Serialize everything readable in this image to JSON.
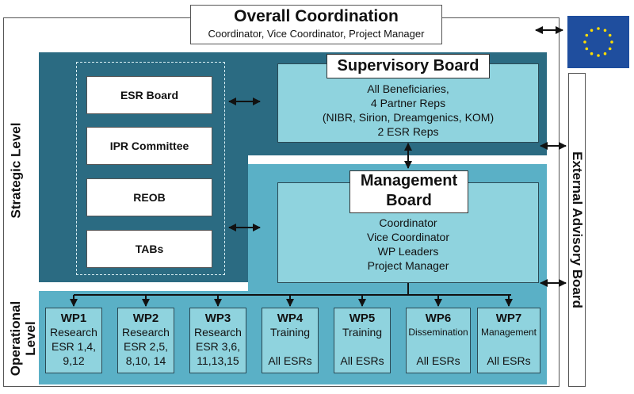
{
  "coordination": {
    "title": "Overall Coordination",
    "subtitle": "Coordinator, Vice Coordinator, Project Manager"
  },
  "external_advisory": "External Advisory Board",
  "levels": {
    "strategic": "Strategic Level",
    "operational_line1": "Operational",
    "operational_line2": "Level"
  },
  "strategic_boxes": [
    "ESR Board",
    "IPR Committee",
    "REOB",
    "TABs"
  ],
  "supervisory": {
    "title": "Supervisory Board",
    "lines": [
      "All Beneficiaries,",
      "4 Partner Reps",
      "(NIBR, Sirion, Dreamgenics, KOM)",
      "2 ESR Reps"
    ]
  },
  "management": {
    "title_line1": "Management",
    "title_line2": "Board",
    "lines": [
      "Coordinator",
      "Vice Coordinator",
      "WP Leaders",
      "Project Manager"
    ]
  },
  "work_packages": [
    {
      "title": "WP1",
      "lines": [
        "Research",
        "ESR 1,4,",
        "9,12"
      ]
    },
    {
      "title": "WP2",
      "lines": [
        "Research",
        "ESR 2,5,",
        "8,10, 14"
      ]
    },
    {
      "title": "WP3",
      "lines": [
        "Research",
        "ESR 3,6,",
        "11,13,15"
      ]
    },
    {
      "title": "WP4",
      "lines": [
        "Training",
        "",
        "All ESRs"
      ]
    },
    {
      "title": "WP5",
      "lines": [
        "Training",
        "",
        "All ESRs"
      ]
    },
    {
      "title": "WP6",
      "lines": [
        "Dissemination",
        "",
        "All ESRs"
      ]
    },
    {
      "title": "WP7",
      "lines": [
        "Management",
        "",
        "All ESRs"
      ]
    }
  ],
  "colors": {
    "dark_teal": "#2b6b82",
    "mid_teal": "#5ab0c6",
    "light_teal": "#8fd3de",
    "eu_blue": "#1f4e9e",
    "eu_star": "#ffdd00"
  }
}
